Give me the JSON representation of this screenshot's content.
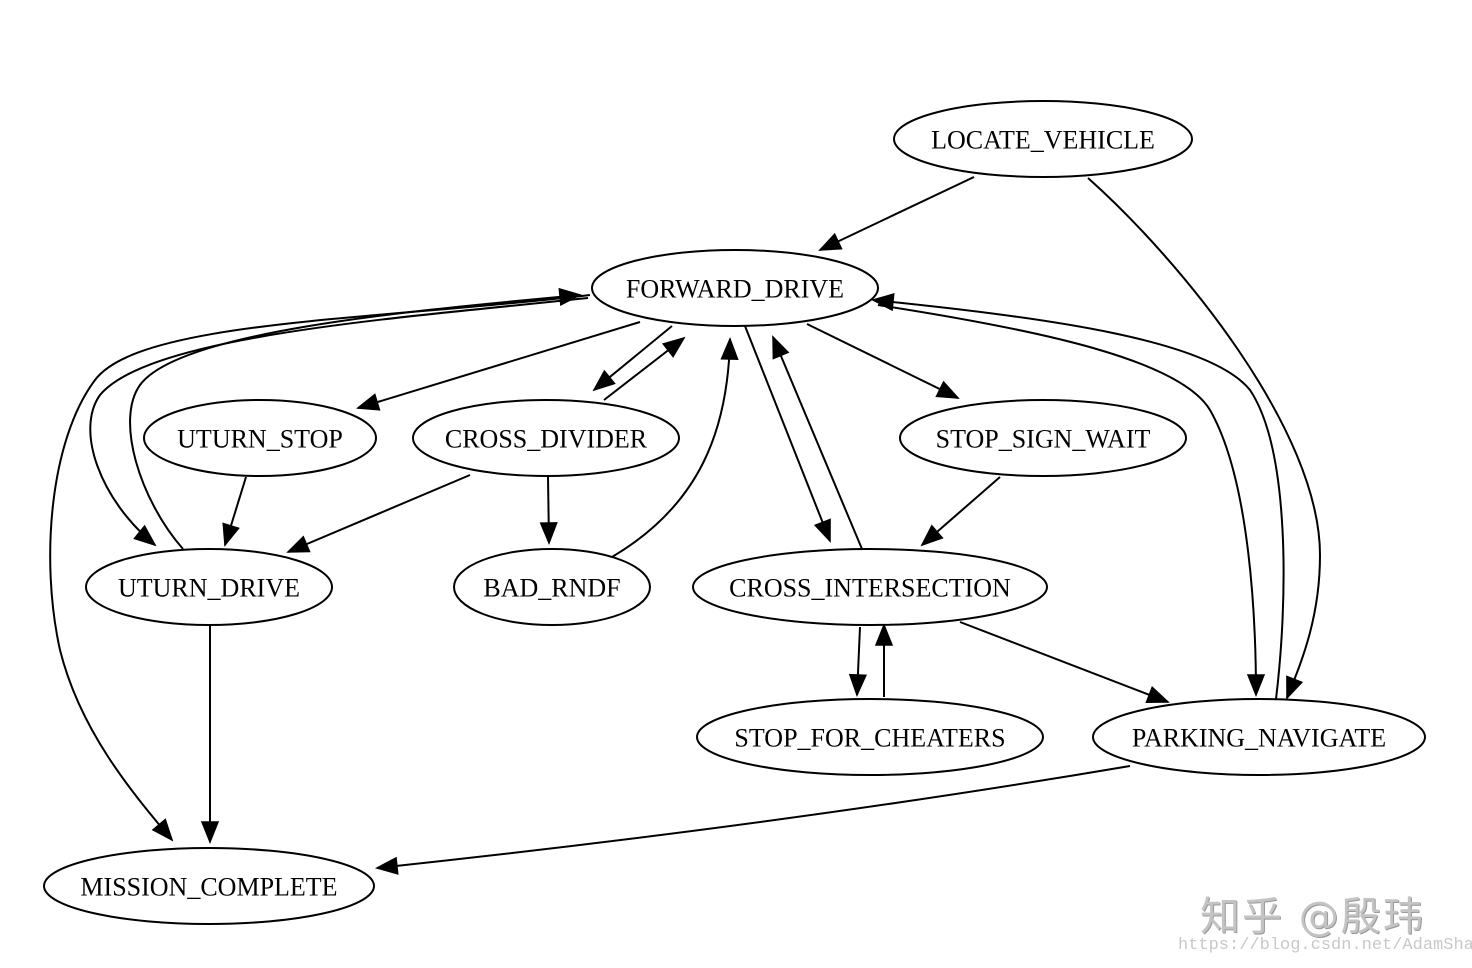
{
  "diagram": {
    "type": "state-machine",
    "nodes": [
      {
        "id": "LOCATE_VEHICLE",
        "label": "LOCATE_VEHICLE"
      },
      {
        "id": "FORWARD_DRIVE",
        "label": "FORWARD_DRIVE"
      },
      {
        "id": "UTURN_STOP",
        "label": "UTURN_STOP"
      },
      {
        "id": "CROSS_DIVIDER",
        "label": "CROSS_DIVIDER"
      },
      {
        "id": "STOP_SIGN_WAIT",
        "label": "STOP_SIGN_WAIT"
      },
      {
        "id": "UTURN_DRIVE",
        "label": "UTURN_DRIVE"
      },
      {
        "id": "BAD_RNDF",
        "label": "BAD_RNDF"
      },
      {
        "id": "CROSS_INTERSECTION",
        "label": "CROSS_INTERSECTION"
      },
      {
        "id": "STOP_FOR_CHEATERS",
        "label": "STOP_FOR_CHEATERS"
      },
      {
        "id": "PARKING_NAVIGATE",
        "label": "PARKING_NAVIGATE"
      },
      {
        "id": "MISSION_COMPLETE",
        "label": "MISSION_COMPLETE"
      }
    ],
    "edges": [
      {
        "from": "LOCATE_VEHICLE",
        "to": "FORWARD_DRIVE"
      },
      {
        "from": "LOCATE_VEHICLE",
        "to": "PARKING_NAVIGATE"
      },
      {
        "from": "FORWARD_DRIVE",
        "to": "UTURN_STOP"
      },
      {
        "from": "FORWARD_DRIVE",
        "to": "CROSS_DIVIDER"
      },
      {
        "from": "FORWARD_DRIVE",
        "to": "STOP_SIGN_WAIT"
      },
      {
        "from": "FORWARD_DRIVE",
        "to": "CROSS_INTERSECTION"
      },
      {
        "from": "FORWARD_DRIVE",
        "to": "UTURN_DRIVE"
      },
      {
        "from": "FORWARD_DRIVE",
        "to": "MISSION_COMPLETE"
      },
      {
        "from": "FORWARD_DRIVE",
        "to": "PARKING_NAVIGATE"
      },
      {
        "from": "CROSS_DIVIDER",
        "to": "FORWARD_DRIVE"
      },
      {
        "from": "CROSS_DIVIDER",
        "to": "UTURN_DRIVE"
      },
      {
        "from": "CROSS_DIVIDER",
        "to": "BAD_RNDF"
      },
      {
        "from": "BAD_RNDF",
        "to": "FORWARD_DRIVE"
      },
      {
        "from": "UTURN_STOP",
        "to": "UTURN_DRIVE"
      },
      {
        "from": "UTURN_DRIVE",
        "to": "FORWARD_DRIVE"
      },
      {
        "from": "UTURN_DRIVE",
        "to": "MISSION_COMPLETE"
      },
      {
        "from": "STOP_SIGN_WAIT",
        "to": "CROSS_INTERSECTION"
      },
      {
        "from": "CROSS_INTERSECTION",
        "to": "FORWARD_DRIVE"
      },
      {
        "from": "CROSS_INTERSECTION",
        "to": "STOP_FOR_CHEATERS"
      },
      {
        "from": "CROSS_INTERSECTION",
        "to": "PARKING_NAVIGATE"
      },
      {
        "from": "STOP_FOR_CHEATERS",
        "to": "CROSS_INTERSECTION"
      },
      {
        "from": "PARKING_NAVIGATE",
        "to": "FORWARD_DRIVE"
      },
      {
        "from": "PARKING_NAVIGATE",
        "to": "MISSION_COMPLETE"
      }
    ]
  },
  "watermark": {
    "main": "知乎 @殷玮",
    "url": "https://blog.csdn.net/AdamShan"
  }
}
